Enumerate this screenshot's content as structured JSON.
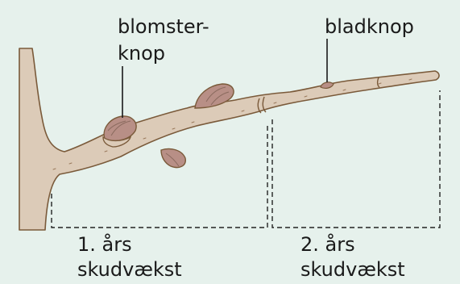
{
  "labels": {
    "flower_bud_line1": "blomster-",
    "flower_bud_line2": "knop",
    "leaf_bud": "bladknop",
    "year1_line1": "1. års",
    "year1_line2": "skudvækst",
    "year2_line1": "2. års",
    "year2_line2": "skudvækst"
  },
  "colors": {
    "background": "#e6f1ec",
    "branch_fill": "#dccbb8",
    "branch_stroke": "#7a5a3a",
    "bud_fill": "#b88f86",
    "bud_vein": "#8a6a5e",
    "text": "#1a1a1a",
    "dashed_line": "#222222"
  }
}
